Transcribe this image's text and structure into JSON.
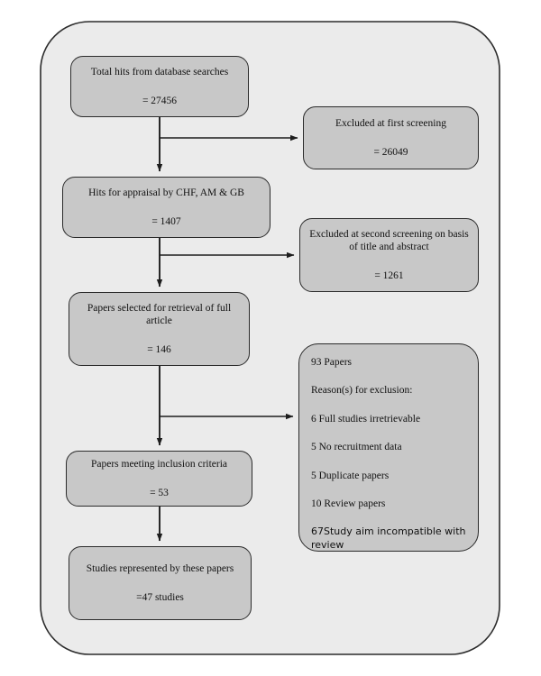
{
  "diagram": {
    "type": "prisma-study-selection-flowchart",
    "colors": {
      "container_fill": "#ebebeb",
      "node_fill": "#c8c8c8",
      "stroke": "#2b2b2b",
      "text": "#111111",
      "page_background": "#ffffff"
    },
    "container": {
      "label": "flowchart-outer-frame"
    },
    "nodes": [
      {
        "id": "total-hits",
        "title": "Total hits from database searches",
        "value": "= 27456"
      },
      {
        "id": "excluded-first-screening",
        "title": "Excluded at first screening",
        "value": "= 26049"
      },
      {
        "id": "hits-for-appraisal",
        "title": "Hits for appraisal by CHF, AM & GB",
        "value": "= 1407"
      },
      {
        "id": "excluded-second-screening",
        "title": "Excluded at second screening on basis of title and abstract",
        "value": "= 1261"
      },
      {
        "id": "papers-selected-retrieval",
        "title": "Papers selected for retrieval of full article",
        "value": "= 146"
      },
      {
        "id": "papers-meeting-inclusion",
        "title": "Papers meeting inclusion criteria",
        "value": "= 53"
      },
      {
        "id": "studies-represented",
        "title": "Studies represented by these papers",
        "value": "=47 studies"
      }
    ],
    "reasons_box": {
      "id": "exclusion-reasons",
      "lines": [
        "93 Papers",
        "Reason(s) for exclusion:",
        "6 Full studies irretrievable",
        "5 No recruitment data",
        "5 Duplicate papers",
        "10 Review papers",
        "67Study aim incompatible with review"
      ]
    },
    "connectors": [
      {
        "id": "total-hits-to-appraisal",
        "kind": "arrow-down"
      },
      {
        "id": "total-hits-to-excluded-first",
        "kind": "arrow-right-branch"
      },
      {
        "id": "appraisal-to-retrieval",
        "kind": "arrow-down"
      },
      {
        "id": "appraisal-to-excluded-second",
        "kind": "arrow-right-branch"
      },
      {
        "id": "retrieval-to-inclusion",
        "kind": "arrow-down"
      },
      {
        "id": "retrieval-to-reasons",
        "kind": "arrow-right-branch"
      },
      {
        "id": "inclusion-to-studies",
        "kind": "arrow-down"
      }
    ]
  }
}
